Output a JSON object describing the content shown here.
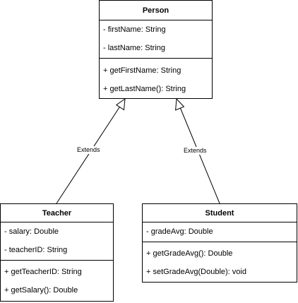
{
  "classes": {
    "person": {
      "name": "Person",
      "attributes": [
        "- firstName: String",
        "- lastName: String"
      ],
      "methods": [
        "+ getFirstName: String",
        "+ getLastName(): String"
      ]
    },
    "teacher": {
      "name": "Teacher",
      "attributes": [
        "- salary: Double",
        "- teacherID: String"
      ],
      "methods": [
        "+ getTeacherID: String",
        "+ getSalary(): Double"
      ]
    },
    "student": {
      "name": "Student",
      "attributes": [
        "- gradeAvg: Double"
      ],
      "methods": [
        "+ getGradeAvg(): Double",
        "+ setGradeAvg(Double): void"
      ]
    }
  },
  "relations": [
    {
      "from": "teacher",
      "to": "person",
      "label": "Extends"
    },
    {
      "from": "student",
      "to": "person",
      "label": "Extends"
    }
  ]
}
